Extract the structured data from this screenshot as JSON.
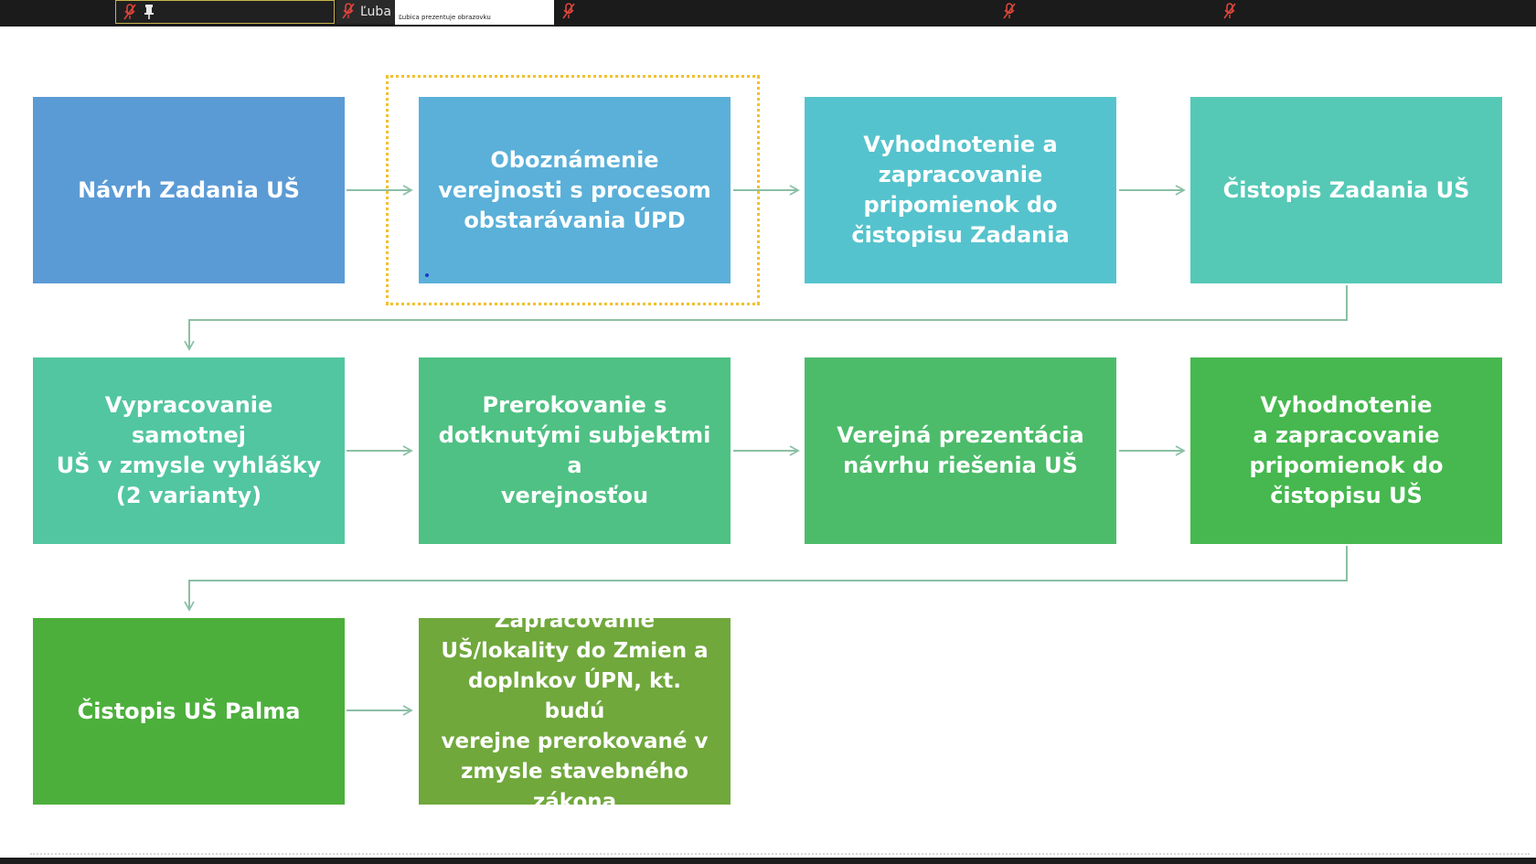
{
  "meeting_bar": {
    "participant_name": "Ľuba",
    "shared_thumbnail_text": "Ľubica prezentuje obrazovku"
  },
  "diagram": {
    "boxes": [
      {
        "id": "box-1",
        "label": "Návrh Zadania UŠ",
        "color": "#5b9bd5"
      },
      {
        "id": "box-2",
        "label": "Oboznámenie\nverejnosti s procesom\nobstarávania ÚPD",
        "color": "#5ab0d8"
      },
      {
        "id": "box-3",
        "label": "Vyhodnotenie a\nzapracovanie\npripomienok do\nčistopisu Zadania",
        "color": "#55c3cd"
      },
      {
        "id": "box-4",
        "label": "Čistopis Zadania UŠ",
        "color": "#55c9b6"
      },
      {
        "id": "box-5",
        "label": "Vypracovanie samotnej\nUŠ v zmysle vyhlášky\n(2 varianty)",
        "color": "#52c6a0"
      },
      {
        "id": "box-6",
        "label": "Prerokovanie s\ndotknutými subjektmi a\nverejnosťou",
        "color": "#4fc184"
      },
      {
        "id": "box-7",
        "label": "Verejná prezentácia\nnávrhu riešenia UŠ",
        "color": "#4cbc6a"
      },
      {
        "id": "box-8",
        "label": "Vyhodnotenie\na zapracovanie\npripomienok do\nčistopisu UŠ",
        "color": "#46b84f"
      },
      {
        "id": "box-9",
        "label": "Čistopis UŠ Palma",
        "color": "#4caf3c"
      },
      {
        "id": "box-10",
        "label": "Zapracovanie\nUŠ/lokality do Zmien a\ndoplnkov ÚPN, kt. budú\nverejne prerokované v\nzmysle stavebného\nzákona",
        "color": "#70a83c"
      }
    ],
    "connector_color": "#8bbfa5",
    "highlight_color": "#f2c12e"
  }
}
